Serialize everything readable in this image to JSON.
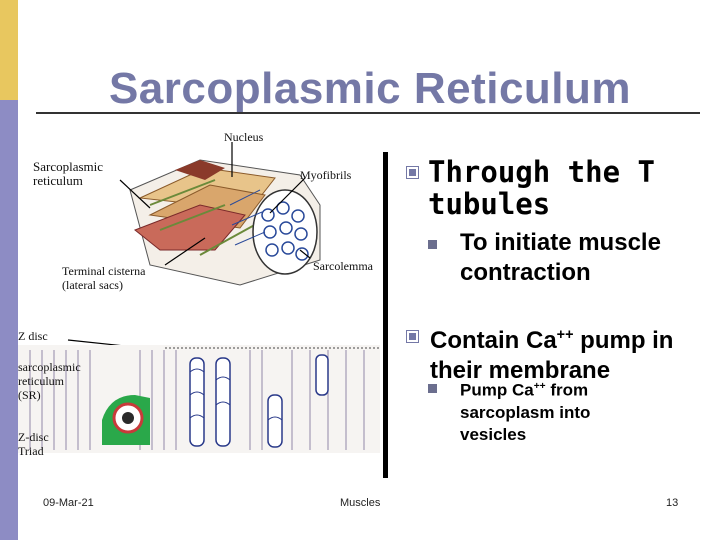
{
  "slide": {
    "title": "Sarcoplasmic Reticulum"
  },
  "diagram": {
    "labels": {
      "nucleus": "Nucleus",
      "sarcoplasmic_reticulum": "Sarcoplasmic reticulum",
      "myofibrils": "Myofibrils",
      "terminal_cisterna": "Terminal cisterna (lateral sacs)",
      "sarcolemma": "Sarcolemma",
      "z_disc": "Z disc",
      "sr": "sarcoplasmic reticulum (SR)",
      "z_disc_triad": "Z-disc Triad"
    }
  },
  "bullets": {
    "b1": "Through the T tubules",
    "b1_sub": "To initiate muscle contraction",
    "b2_before": "Contain Ca",
    "b2_sup": "++",
    "b2_after": " pump in their membrane",
    "b2_sub_before": "Pump Ca",
    "b2_sub_sup": "++",
    "b2_sub_after": " from sarcoplasm into vesicles"
  },
  "footer": {
    "date": "09-Mar-21",
    "center": "Muscles",
    "page": "13"
  },
  "colors": {
    "title": "#7478a6",
    "left_bar": "#8d8cc4",
    "left_bar_accent": "#e8c75f",
    "bullet_marker": "#7478a6"
  }
}
